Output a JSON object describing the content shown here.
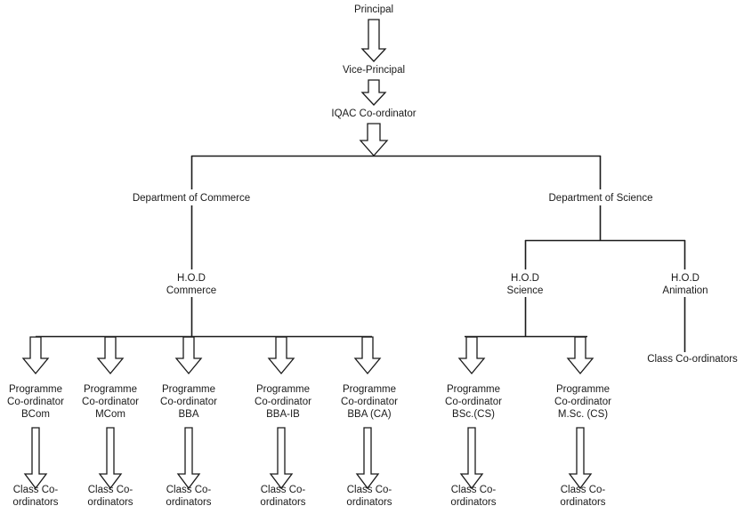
{
  "chart_data": {
    "type": "diagram",
    "diagram_kind": "organization-chart",
    "title": "",
    "orientation": "top-down",
    "connector_styles": [
      "hollow-block-arrow",
      "plain-line"
    ],
    "colors": {
      "background": "#ffffff",
      "line": "#1a1a1a",
      "arrow_fill": "#ffffff",
      "arrow_stroke": "#1a1a1a",
      "text": "#1a1a1a"
    },
    "levels": [
      [
        "Principal"
      ],
      [
        "Vice-Principal"
      ],
      [
        "IQAC Co-ordinator"
      ],
      [
        "Department of Commerce",
        "Department of Science"
      ],
      [
        "H.O.D Commerce",
        "H.O.D Science",
        "H.O.D Animation"
      ],
      [
        "Programme Co-ordinator BCom",
        "Programme Co-ordinator MCom",
        "Programme Co-ordinator BBA",
        "Programme Co-ordinator BBA-IB",
        "Programme Co-ordinator BBA (CA)",
        "Programme Co-ordinator BSc.(CS)",
        "Programme Co-ordinator M.Sc. (CS)",
        "Class Co-ordinators"
      ],
      [
        "Class Co-ordinators"
      ]
    ],
    "edges": [
      {
        "from": "Principal",
        "to": "Vice-Principal",
        "style": "hollow-block-arrow"
      },
      {
        "from": "Vice-Principal",
        "to": "IQAC Co-ordinator",
        "style": "hollow-block-arrow"
      },
      {
        "from": "IQAC Co-ordinator",
        "to": "split-bar",
        "style": "hollow-block-arrow"
      },
      {
        "from": "split-bar",
        "to": "Department of Commerce",
        "style": "plain-line"
      },
      {
        "from": "split-bar",
        "to": "Department of Science",
        "style": "plain-line"
      },
      {
        "from": "Department of Commerce",
        "to": "H.O.D Commerce",
        "style": "plain-line"
      },
      {
        "from": "Department of Science",
        "to": "H.O.D Science",
        "style": "plain-line"
      },
      {
        "from": "Department of Science",
        "to": "H.O.D Animation",
        "style": "plain-line"
      },
      {
        "from": "H.O.D Commerce",
        "to": "Programme Co-ordinator BCom",
        "style": "hollow-block-arrow"
      },
      {
        "from": "H.O.D Commerce",
        "to": "Programme Co-ordinator MCom",
        "style": "hollow-block-arrow"
      },
      {
        "from": "H.O.D Commerce",
        "to": "Programme Co-ordinator BBA",
        "style": "hollow-block-arrow"
      },
      {
        "from": "H.O.D Commerce",
        "to": "Programme Co-ordinator BBA-IB",
        "style": "hollow-block-arrow"
      },
      {
        "from": "H.O.D Commerce",
        "to": "Programme Co-ordinator BBA (CA)",
        "style": "hollow-block-arrow"
      },
      {
        "from": "H.O.D Science",
        "to": "Programme Co-ordinator BSc.(CS)",
        "style": "hollow-block-arrow"
      },
      {
        "from": "H.O.D Science",
        "to": "Programme Co-ordinator M.Sc. (CS)",
        "style": "hollow-block-arrow"
      },
      {
        "from": "H.O.D Animation",
        "to": "Class Co-ordinators",
        "style": "plain-line"
      },
      {
        "from": "Programme Co-ordinator BCom",
        "to": "Class Co-ordinators",
        "style": "hollow-block-arrow"
      },
      {
        "from": "Programme Co-ordinator MCom",
        "to": "Class Co-ordinators",
        "style": "hollow-block-arrow"
      },
      {
        "from": "Programme Co-ordinator BBA",
        "to": "Class Co-ordinators",
        "style": "hollow-block-arrow"
      },
      {
        "from": "Programme Co-ordinator BBA-IB",
        "to": "Class Co-ordinators",
        "style": "hollow-block-arrow"
      },
      {
        "from": "Programme Co-ordinator BBA (CA)",
        "to": "Class Co-ordinators",
        "style": "hollow-block-arrow"
      },
      {
        "from": "Programme Co-ordinator BSc.(CS)",
        "to": "Class Co-ordinators",
        "style": "hollow-block-arrow"
      },
      {
        "from": "Programme Co-ordinator M.Sc. (CS)",
        "to": "Class Co-ordinators",
        "style": "hollow-block-arrow"
      }
    ]
  },
  "nodes": {
    "principal": "Principal",
    "vice_principal": "Vice-Principal",
    "iqac": "IQAC Co-ordinator",
    "dept_commerce": "Department of Commerce",
    "dept_science": "Department of Science",
    "hod_commerce": "H.O.D\nCommerce",
    "hod_science": "H.O.D\nScience",
    "hod_animation": "H.O.D\nAnimation",
    "pc_bcom": "Programme\nCo-ordinator\nBCom",
    "pc_mcom": "Programme\nCo-ordinator\nMCom",
    "pc_bba": "Programme\nCo-ordinator\nBBA",
    "pc_bba_ib": "Programme\nCo-ordinator\nBBA-IB",
    "pc_bba_ca": "Programme\nCo-ordinator\nBBA (CA)",
    "pc_bsc_cs": "Programme\nCo-ordinator\nBSc.(CS)",
    "pc_msc_cs": "Programme\nCo-ordinator\nM.Sc. (CS)",
    "cc_animation": "Class Co-ordinators",
    "cc_bcom": "Class Co-\nordinators",
    "cc_mcom": "Class Co-\nordinators",
    "cc_bba": "Class Co-\nordinators",
    "cc_bba_ib": "Class Co-\nordinators",
    "cc_bba_ca": "Class Co-\nordinators",
    "cc_bsc": "Class Co-\nordinators",
    "cc_msc": "Class Co-\nordinators"
  }
}
